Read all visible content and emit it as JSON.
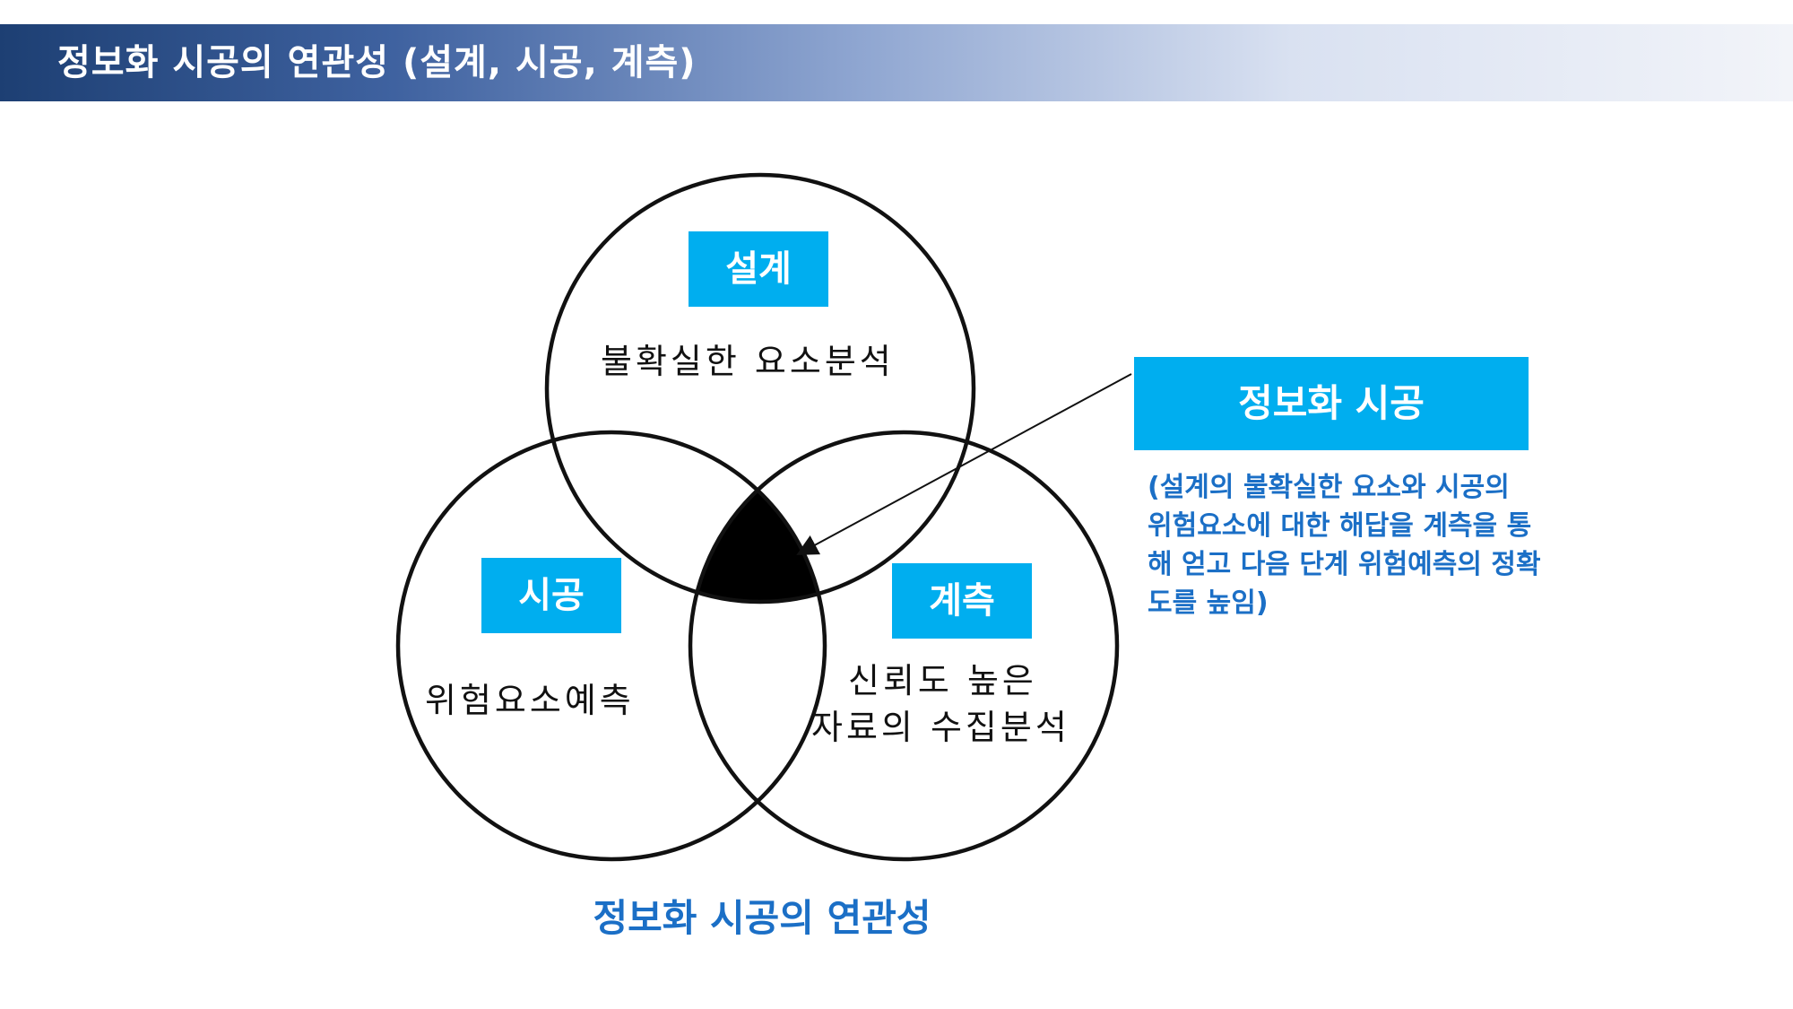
{
  "header": {
    "title": "정보화 시공의 연관성 (설계, 시공, 계측)"
  },
  "venn": {
    "design": {
      "label": "설계",
      "desc": "불확실한 요소분석"
    },
    "construction": {
      "label": "시공",
      "desc": "위험요소예측"
    },
    "measurement": {
      "label": "계측",
      "desc_line1": "신뢰도 높은",
      "desc_line2": "자료의 수집분석"
    }
  },
  "callout": {
    "label": "정보화 시공",
    "note": "(설계의 불확실한 요소와 시공의 위험요소에 대한 해답을 계측을 통해 얻고 다음 단계 위험예측의 정확도를 높임)"
  },
  "caption": "정보화 시공의 연관성",
  "colors": {
    "box": "#00aeef",
    "accent_text": "#1b6fc6",
    "header_dark": "#1d3f73"
  }
}
